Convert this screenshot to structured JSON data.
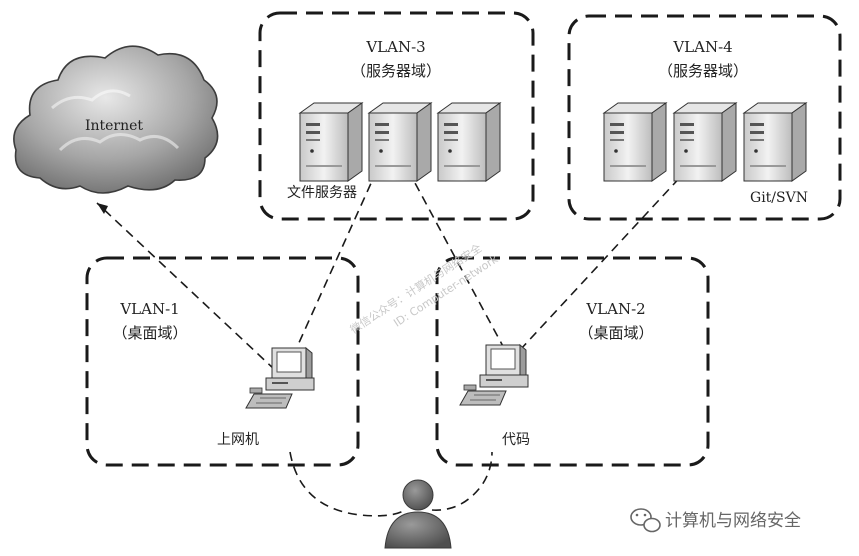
{
  "zones": {
    "vlan3": {
      "name": "VLAN-3",
      "domain": "（服务器域）"
    },
    "vlan4": {
      "name": "VLAN-4",
      "domain": "（服务器域）"
    },
    "vlan1": {
      "name": "VLAN-1",
      "domain": "（桌面域）"
    },
    "vlan2": {
      "name": "VLAN-2",
      "domain": "（桌面域）"
    }
  },
  "labels": {
    "internet": "Internet",
    "file_server": "文件服务器",
    "git_svn": "Git/SVN",
    "pc_internet": "上网机",
    "pc_code": "代码"
  },
  "watermark": {
    "line1": "微信公众号：计算机与网络安全",
    "line2": "ID: Computer-network"
  },
  "brand": {
    "text": "计算机与网络安全",
    "icon": "wechat-icon"
  },
  "colors": {
    "line": "#1a1a1a",
    "server": "#d9d9d9",
    "cloud": "#8c8c8c",
    "person": "#6b6b6b"
  }
}
